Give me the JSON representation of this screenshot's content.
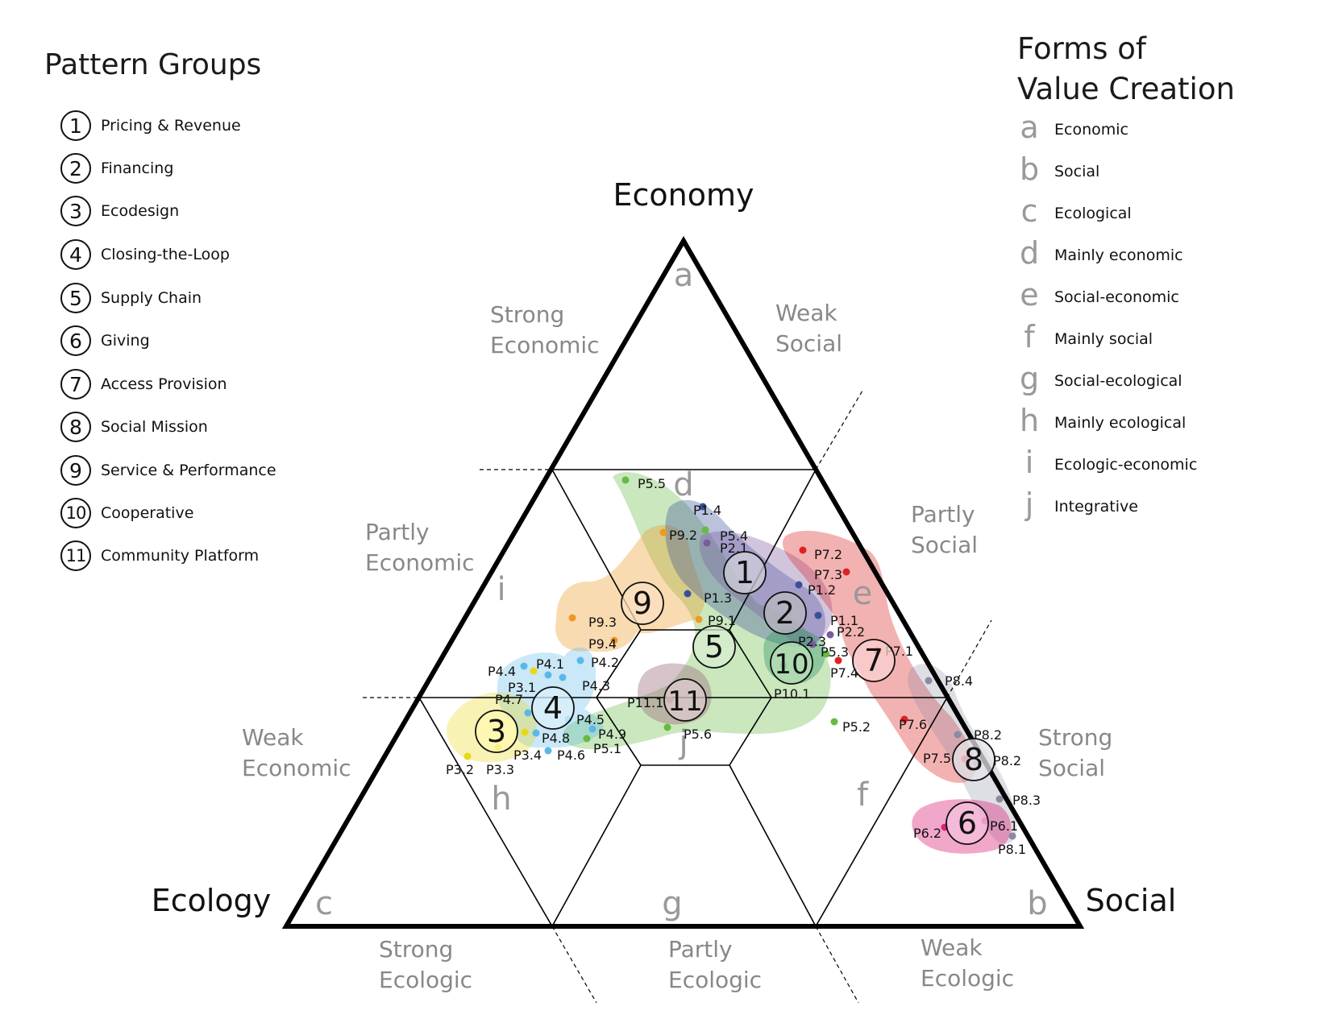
{
  "pattern_groups": {
    "title": "Pattern Groups",
    "items": [
      {
        "num": "1",
        "label": "Pricing & Revenue"
      },
      {
        "num": "2",
        "label": "Financing"
      },
      {
        "num": "3",
        "label": "Ecodesign"
      },
      {
        "num": "4",
        "label": "Closing-the-Loop"
      },
      {
        "num": "5",
        "label": "Supply Chain"
      },
      {
        "num": "6",
        "label": "Giving"
      },
      {
        "num": "7",
        "label": "Access Provision"
      },
      {
        "num": "8",
        "label": "Social Mission"
      },
      {
        "num": "9",
        "label": "Service & Performance"
      },
      {
        "num": "10",
        "label": "Cooperative"
      },
      {
        "num": "11",
        "label": "Community Platform"
      }
    ]
  },
  "forms_of_value_creation": {
    "title_line1": "Forms of",
    "title_line2": "Value Creation",
    "items": [
      {
        "letter": "a",
        "label": "Economic"
      },
      {
        "letter": "b",
        "label": "Social"
      },
      {
        "letter": "c",
        "label": "Ecological"
      },
      {
        "letter": "d",
        "label": "Mainly economic"
      },
      {
        "letter": "e",
        "label": "Social-economic"
      },
      {
        "letter": "f",
        "label": "Mainly social"
      },
      {
        "letter": "g",
        "label": "Social-ecological"
      },
      {
        "letter": "h",
        "label": "Mainly ecological"
      },
      {
        "letter": "i",
        "label": "Ecologic-economic"
      },
      {
        "letter": "j",
        "label": "Integrative"
      }
    ]
  },
  "triangle": {
    "vertex_top": "Economy",
    "vertex_left": "Ecology",
    "vertex_right": "Social",
    "edge_labels": [
      {
        "line1": "Strong",
        "line2": "Economic"
      },
      {
        "line1": "Partly",
        "line2": "Economic"
      },
      {
        "line1": "Weak",
        "line2": "Economic"
      },
      {
        "line1": "Weak",
        "line2": "Social"
      },
      {
        "line1": "Partly",
        "line2": "Social"
      },
      {
        "line1": "Strong",
        "line2": "Social"
      },
      {
        "line1": "Strong",
        "line2": "Ecologic"
      },
      {
        "line1": "Partly",
        "line2": "Ecologic"
      },
      {
        "line1": "Weak",
        "line2": "Ecologic"
      }
    ],
    "region_letters": [
      "a",
      "b",
      "c",
      "d",
      "e",
      "f",
      "g",
      "h",
      "i",
      "j"
    ]
  },
  "colors": {
    "g1": "#3a4f9a",
    "g2": "#7a5aa0",
    "g3": "#e8d818",
    "g4": "#5ab8e8",
    "g5": "#66bb44",
    "g6": "#dd2277",
    "g7": "#dd2222",
    "g8": "#8a8aa0",
    "g9": "#ee9922",
    "g10": "#339966",
    "g11": "#9a6a7a"
  },
  "group_markers": [
    "1",
    "2",
    "3",
    "4",
    "5",
    "6",
    "7",
    "8",
    "9",
    "10",
    "11"
  ],
  "patterns": [
    {
      "label": "P1.1",
      "group": "g1"
    },
    {
      "label": "P1.2",
      "group": "g1"
    },
    {
      "label": "P1.3",
      "group": "g1"
    },
    {
      "label": "P1.4",
      "group": "g1"
    },
    {
      "label": "P2.1",
      "group": "g2"
    },
    {
      "label": "P2.2",
      "group": "g2"
    },
    {
      "label": "P2.3",
      "group": "g2"
    },
    {
      "label": "P3.1",
      "group": "g3"
    },
    {
      "label": "P3.2",
      "group": "g3"
    },
    {
      "label": "P3.3",
      "group": "g3"
    },
    {
      "label": "P3.4",
      "group": "g3"
    },
    {
      "label": "P4.1",
      "group": "g4"
    },
    {
      "label": "P4.2",
      "group": "g4"
    },
    {
      "label": "P4.3",
      "group": "g4"
    },
    {
      "label": "P4.4",
      "group": "g4"
    },
    {
      "label": "P4.5",
      "group": "g4"
    },
    {
      "label": "P4.6",
      "group": "g4"
    },
    {
      "label": "P4.7",
      "group": "g4"
    },
    {
      "label": "P4.8",
      "group": "g4"
    },
    {
      "label": "P4.9",
      "group": "g4"
    },
    {
      "label": "P5.1",
      "group": "g5"
    },
    {
      "label": "P5.2",
      "group": "g5"
    },
    {
      "label": "P5.3",
      "group": "g5"
    },
    {
      "label": "P5.4",
      "group": "g5"
    },
    {
      "label": "P5.5",
      "group": "g5"
    },
    {
      "label": "P5.6",
      "group": "g5"
    },
    {
      "label": "P6.1",
      "group": "g6"
    },
    {
      "label": "P6.2",
      "group": "g6"
    },
    {
      "label": "P7.1",
      "group": "g7"
    },
    {
      "label": "P7.2",
      "group": "g7"
    },
    {
      "label": "P7.3",
      "group": "g7"
    },
    {
      "label": "P7.4",
      "group": "g7"
    },
    {
      "label": "P7.5",
      "group": "g7"
    },
    {
      "label": "P7.6",
      "group": "g7"
    },
    {
      "label": "P8.1",
      "group": "g8"
    },
    {
      "label": "P8.2",
      "group": "g8"
    },
    {
      "label": "P8.2",
      "group": "g8"
    },
    {
      "label": "P8.3",
      "group": "g8"
    },
    {
      "label": "P8.4",
      "group": "g8"
    },
    {
      "label": "P9.1",
      "group": "g9"
    },
    {
      "label": "P9.2",
      "group": "g9"
    },
    {
      "label": "P9.3",
      "group": "g9"
    },
    {
      "label": "P9.4",
      "group": "g9"
    },
    {
      "label": "P10.1",
      "group": "g10"
    },
    {
      "label": "P11.1",
      "group": "g11"
    }
  ]
}
